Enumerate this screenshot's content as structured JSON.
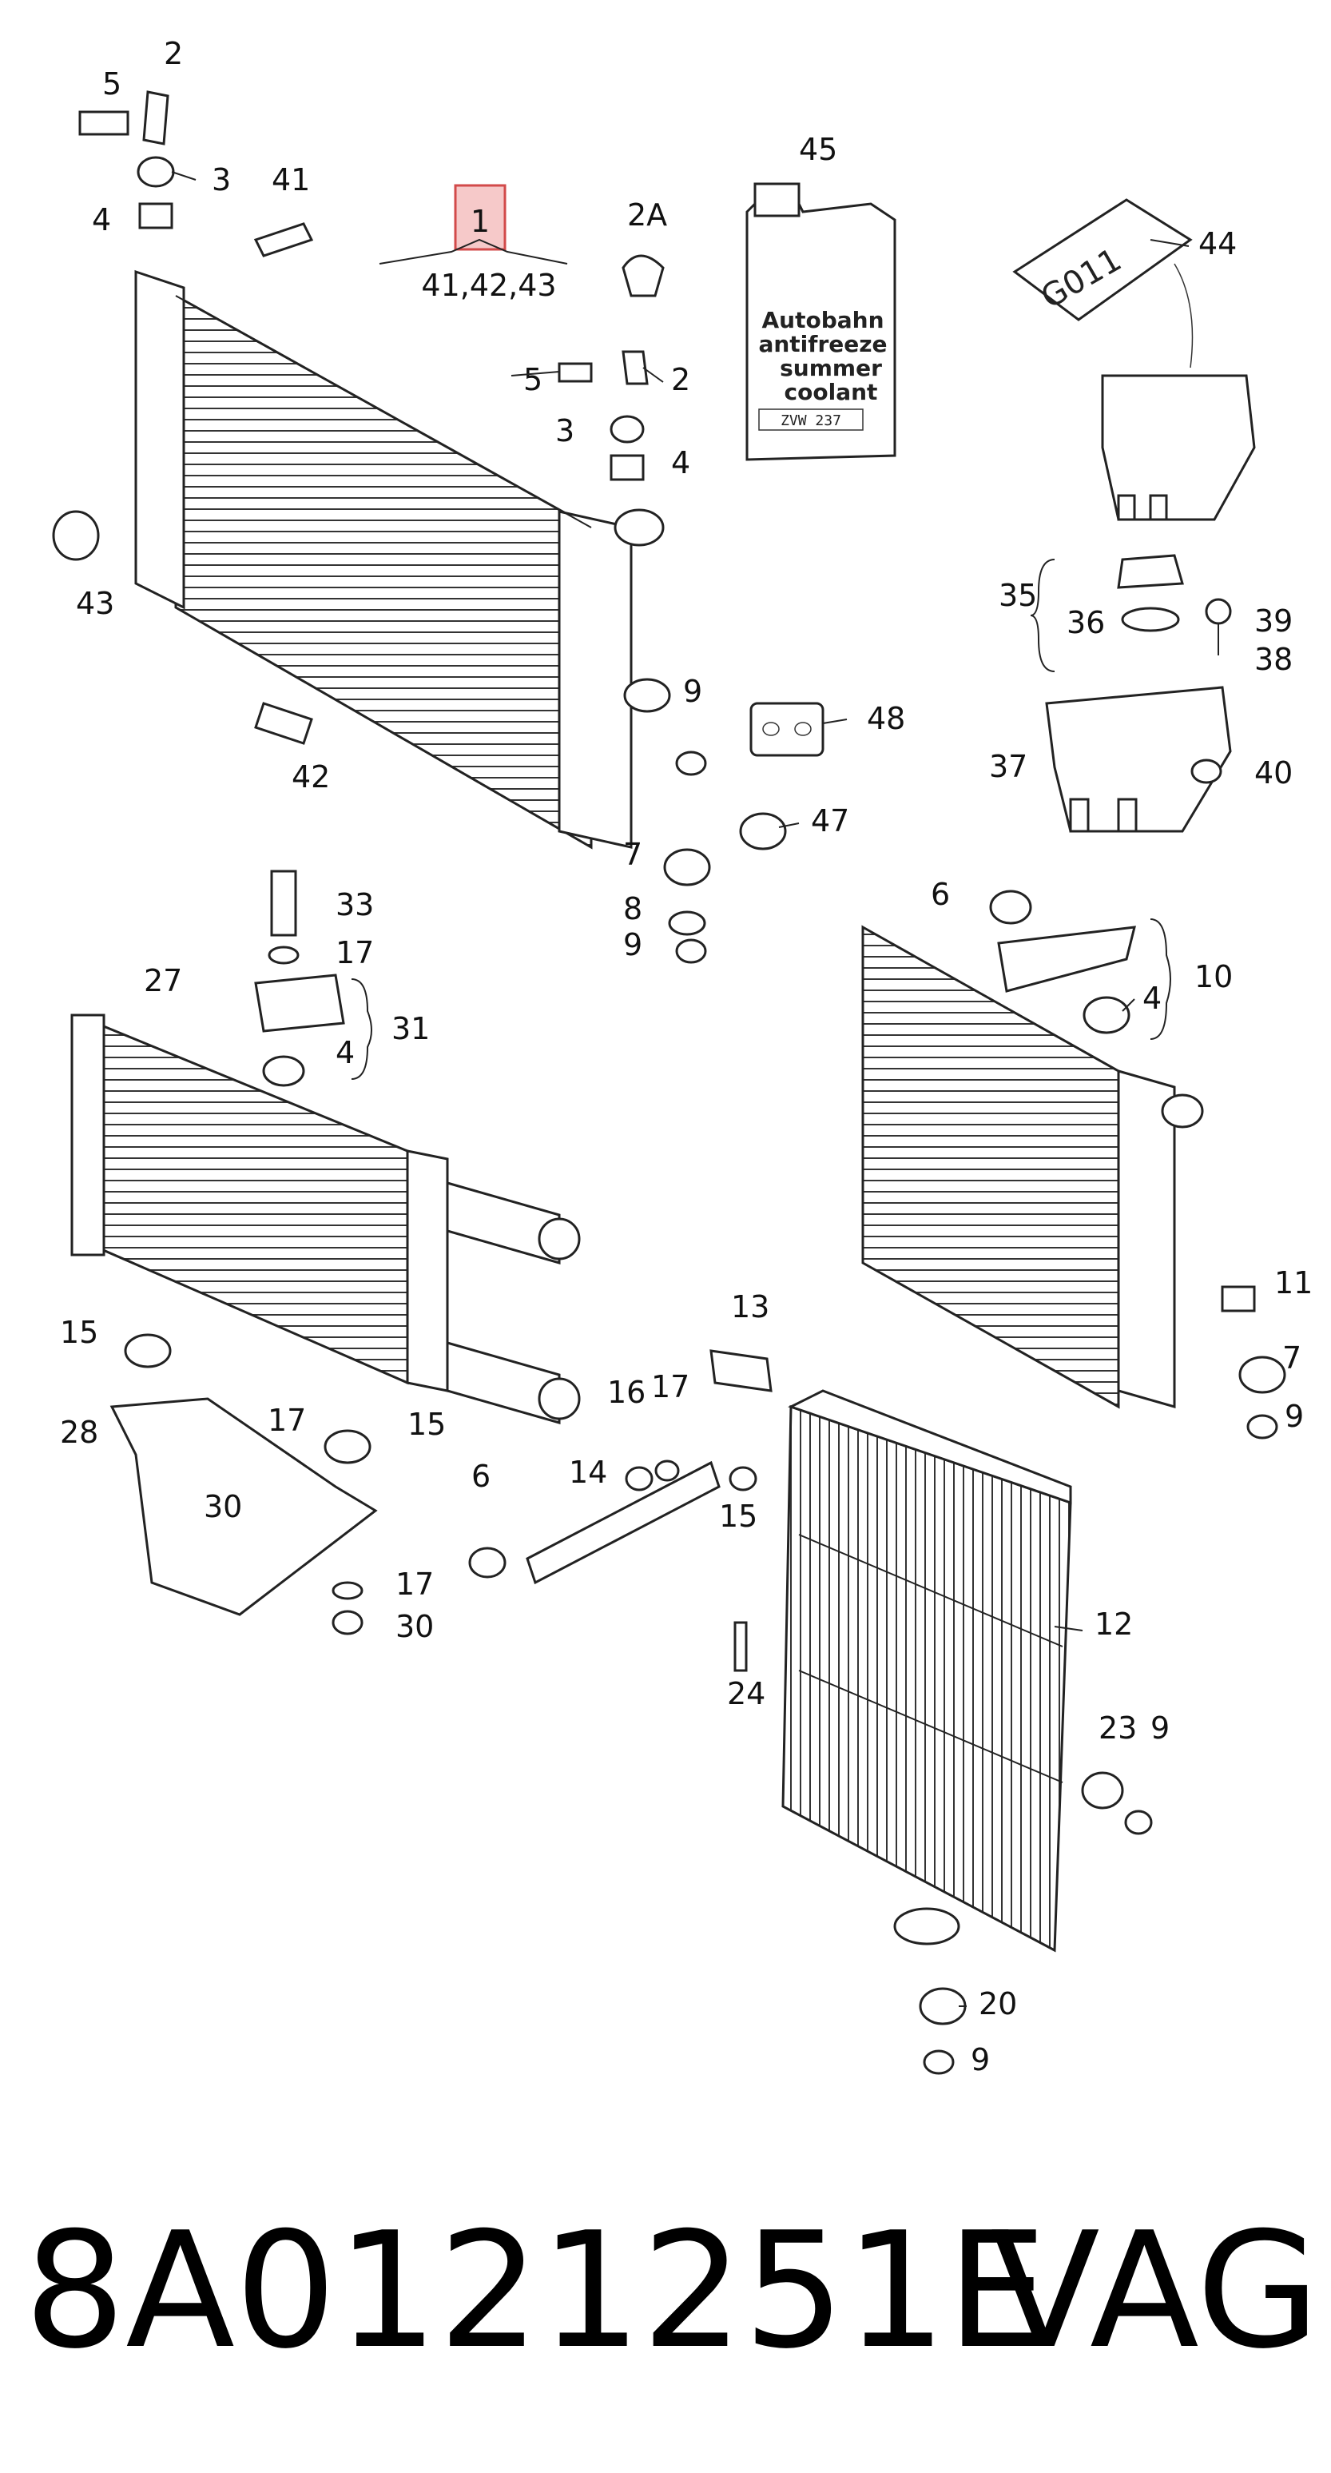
{
  "highlight_label": "1",
  "group_label": "41,42,43",
  "callouts": {
    "c2_top": "2",
    "c5_top": "5",
    "c3_top": "3",
    "c4_top": "4",
    "c41": "41",
    "c2a": "2A",
    "c45": "45",
    "c44": "44",
    "c5_mid": "5",
    "c2_mid": "2",
    "c3_mid": "3",
    "c4_mid": "4",
    "c43": "43",
    "c35": "35",
    "c36": "36",
    "c39": "39",
    "c38": "38",
    "c9_a": "9",
    "c48": "48",
    "c42": "42",
    "c37": "37",
    "c40": "40",
    "c7_a": "7",
    "c47": "47",
    "c8": "8",
    "c9_b": "9",
    "c33": "33",
    "c17_a": "17",
    "c6_a": "6",
    "c10": "10",
    "c27": "27",
    "c31": "31",
    "c4_b": "4",
    "c4_c": "4",
    "c15_a": "15",
    "c13": "13",
    "c11": "11",
    "c7_b": "7",
    "c28": "28",
    "c17_b": "17",
    "c15_b": "15",
    "c16": "16",
    "c17_c": "17",
    "c9_c": "9",
    "c30_a": "30",
    "c6_b": "6",
    "c14": "14",
    "c15_c": "15",
    "c17_d": "17",
    "c30_b": "30",
    "c12": "12",
    "c24": "24",
    "c23": "23",
    "c9_d": "9",
    "c20": "20",
    "c9_e": "9"
  },
  "bottle": {
    "line1": "Autobahn",
    "line2": "antifreeze",
    "line3": "summer",
    "line4": "coolant",
    "code": "ZVW 237"
  },
  "tank_label": "G011",
  "part_number": "8A0121251E",
  "brand": "VAG"
}
